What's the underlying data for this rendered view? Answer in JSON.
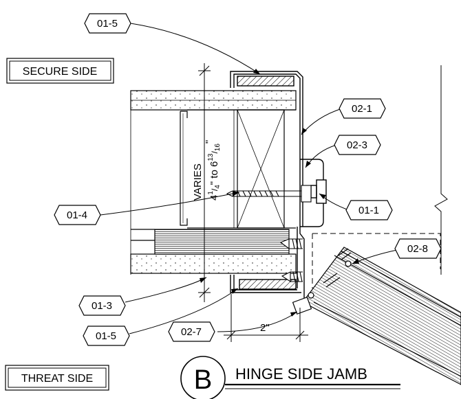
{
  "side_labels": {
    "secure": "SECURE SIDE",
    "threat": "THREAT SIDE"
  },
  "callouts": {
    "c01_5_top": "01-5",
    "c02_1": "02-1",
    "c02_3": "02-3",
    "c01_1": "01-1",
    "c01_4": "01-4",
    "c02_8": "02-8",
    "c01_3": "01-3",
    "c01_5_bottom": "01-5",
    "c02_7": "02-7"
  },
  "dimensions": {
    "varies": "VARIES",
    "range_a": "4",
    "range_a_frac_num": "1",
    "range_a_frac_den": "4",
    "range_mid": "\" to 6",
    "range_b_frac_num": "13",
    "range_b_frac_den": "16",
    "range_end": "\"",
    "two_inch": "2\""
  },
  "title": {
    "letter": "B",
    "text": "HINGE SIDE JAMB"
  },
  "colors": {
    "line": "#000000",
    "background": "#ffffff"
  }
}
